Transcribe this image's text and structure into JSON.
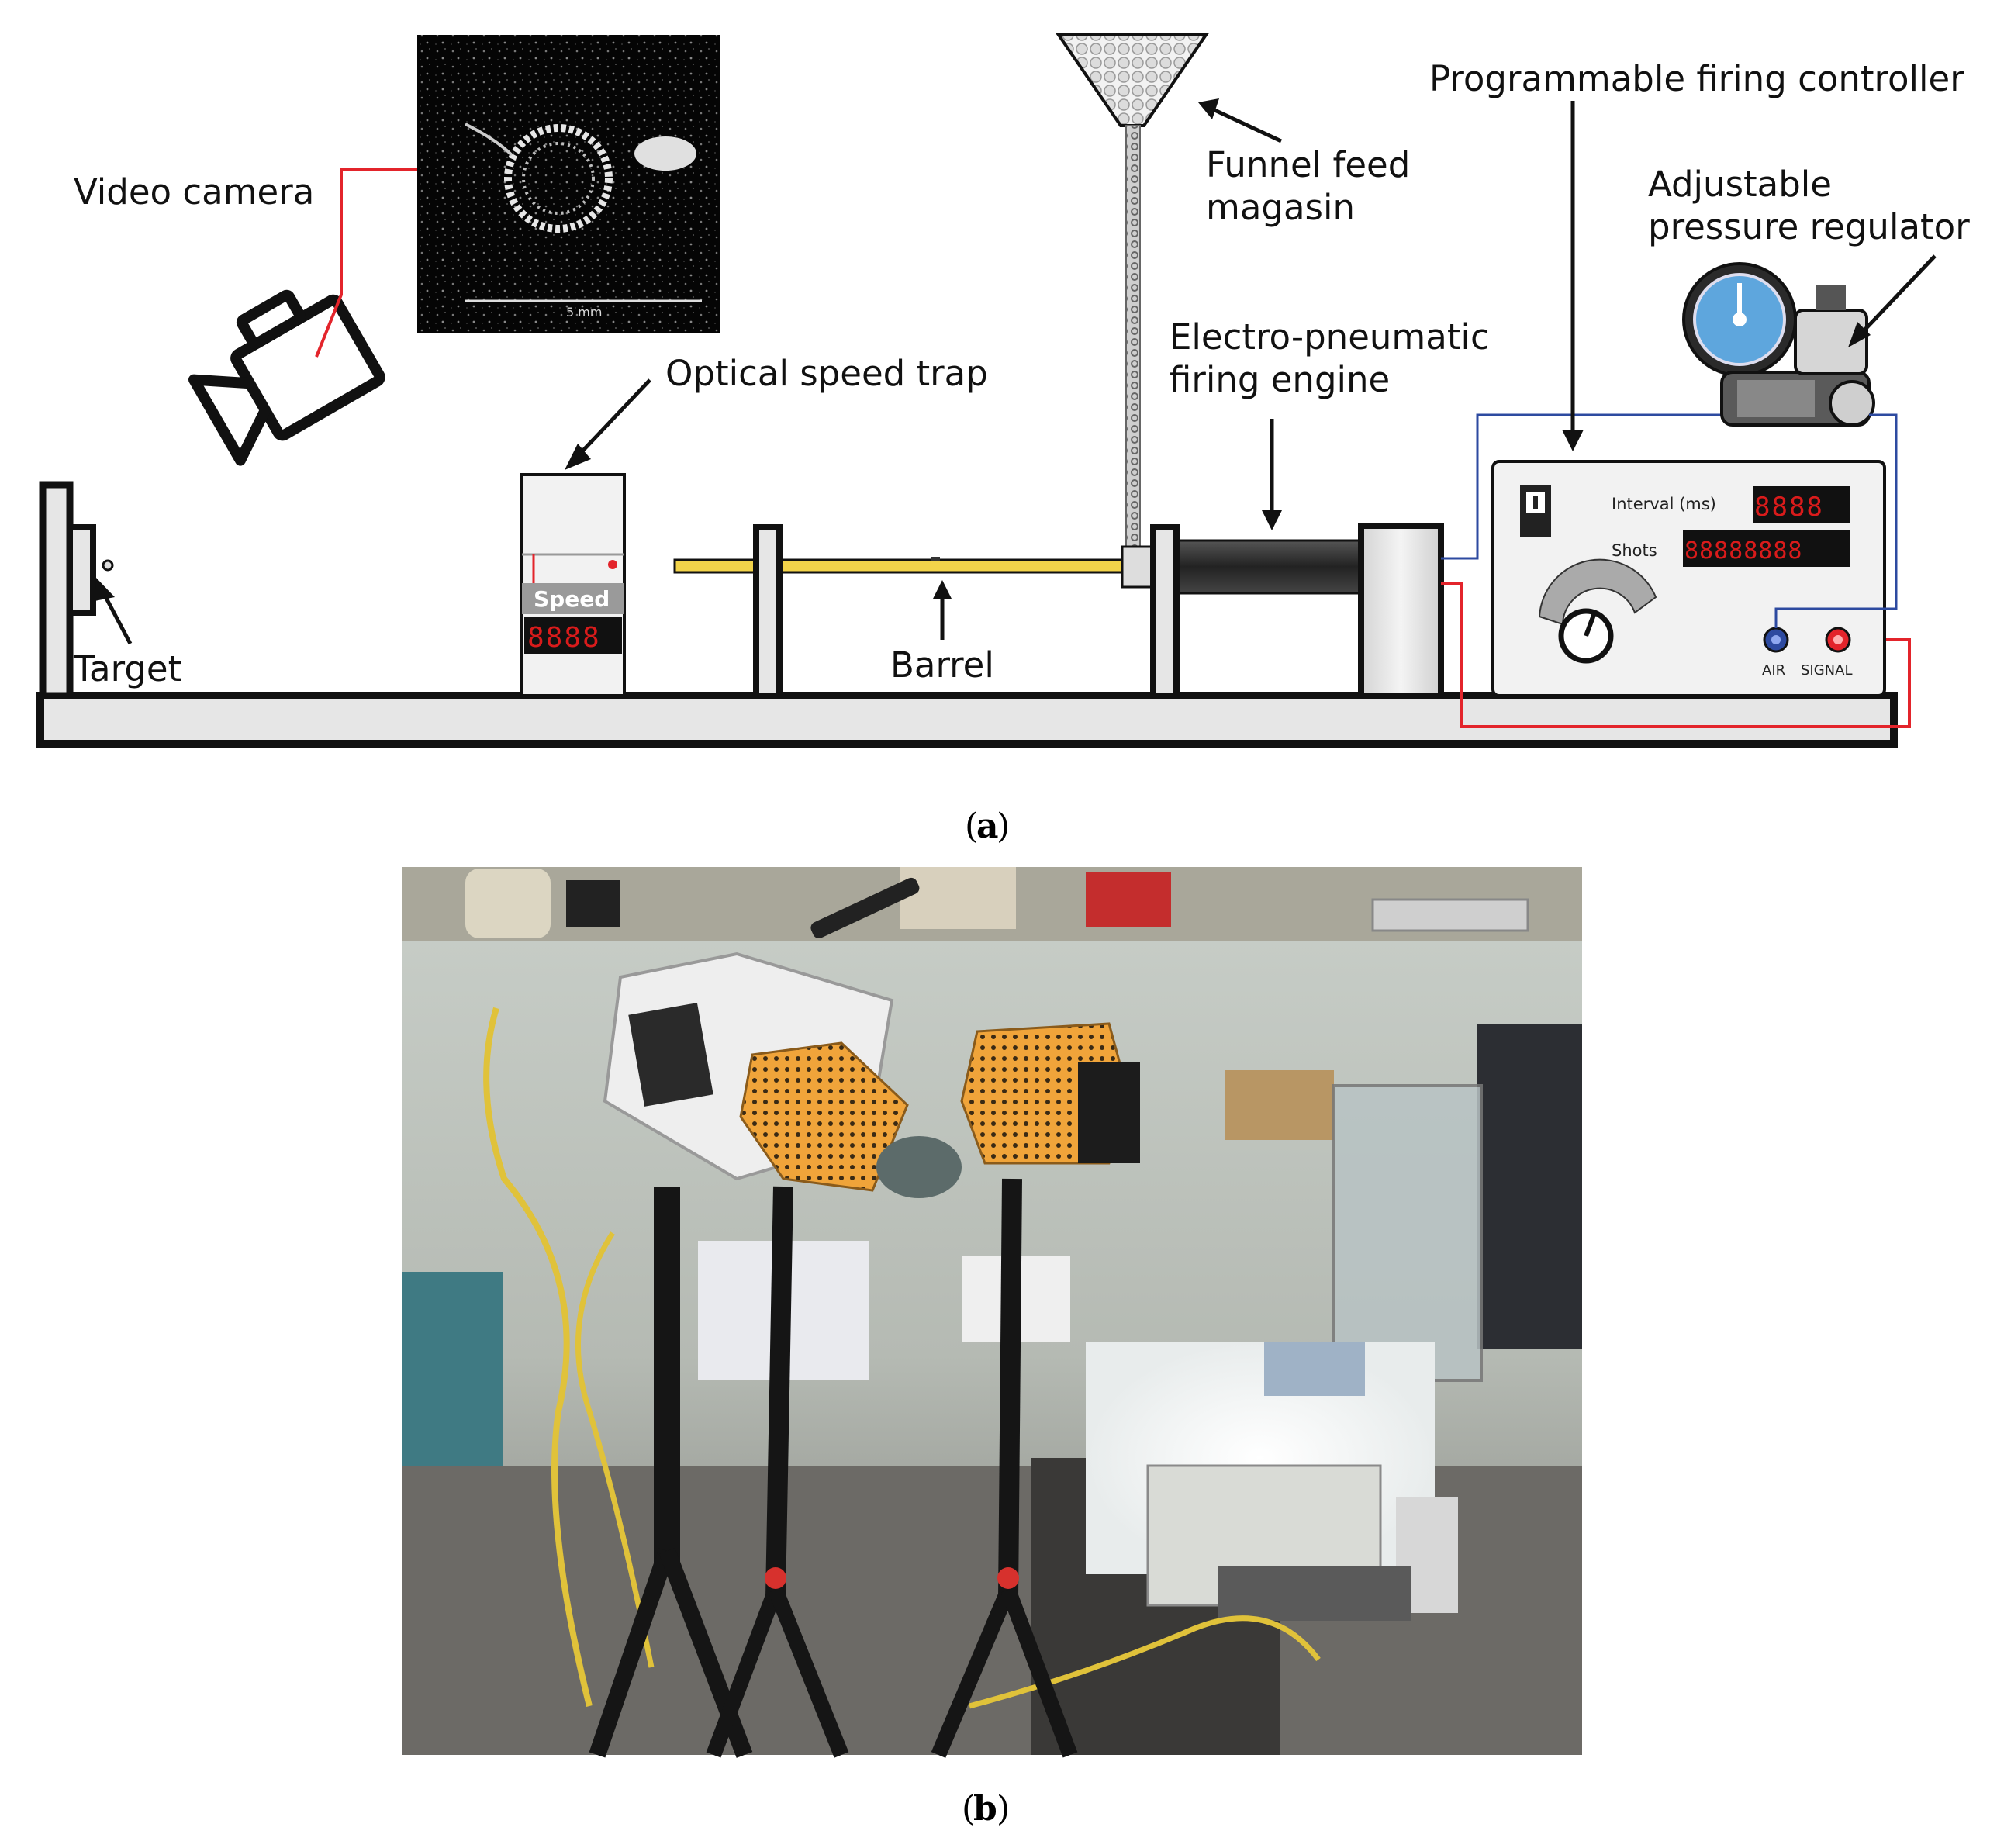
{
  "colors": {
    "wire_red": "#e3242b",
    "wire_blue": "#2d4aa0",
    "barrel_yellow": "#f2d34a",
    "metal_grey": "#e6e6e6",
    "engine_dark": "#333333",
    "display_black": "#111111",
    "display_red": "#d91b1b",
    "gauge_blue": "#5ea6dd"
  },
  "diagram_a": {
    "labels": {
      "video_camera": "Video camera",
      "optical_speed_trap": "Optical speed trap",
      "funnel_feed_line1": "Funnel feed",
      "funnel_feed_line2": "magasin",
      "programmable_controller": "Programmable firing controller",
      "pressure_regulator_line1": "Adjustable",
      "pressure_regulator_line2": "pressure regulator",
      "firing_engine_line1": "Electro-pneumatic",
      "firing_engine_line2": "firing engine",
      "target": "Target",
      "barrel": "Barrel"
    },
    "speed_trap": {
      "panel_label": "Speed",
      "display_value": "8888"
    },
    "controller": {
      "interval_label": "Interval (ms)",
      "interval_value": "8888",
      "shots_label": "Shots",
      "shots_value": "88888888",
      "air_label": "AIR",
      "signal_label": "SIGNAL"
    },
    "inset_scale_label": "5 mm",
    "icons": [
      "video-camera-icon",
      "pressure-gauge-icon",
      "power-switch-icon",
      "dial-knob-icon",
      "funnel-icon"
    ]
  },
  "captions": {
    "a": "a",
    "b": "b"
  },
  "photo_b": {
    "objects": [
      "high-speed-camera",
      "orange-camera",
      "orange-camera",
      "tripod",
      "tripod",
      "firing-rig",
      "lab-bench"
    ]
  }
}
